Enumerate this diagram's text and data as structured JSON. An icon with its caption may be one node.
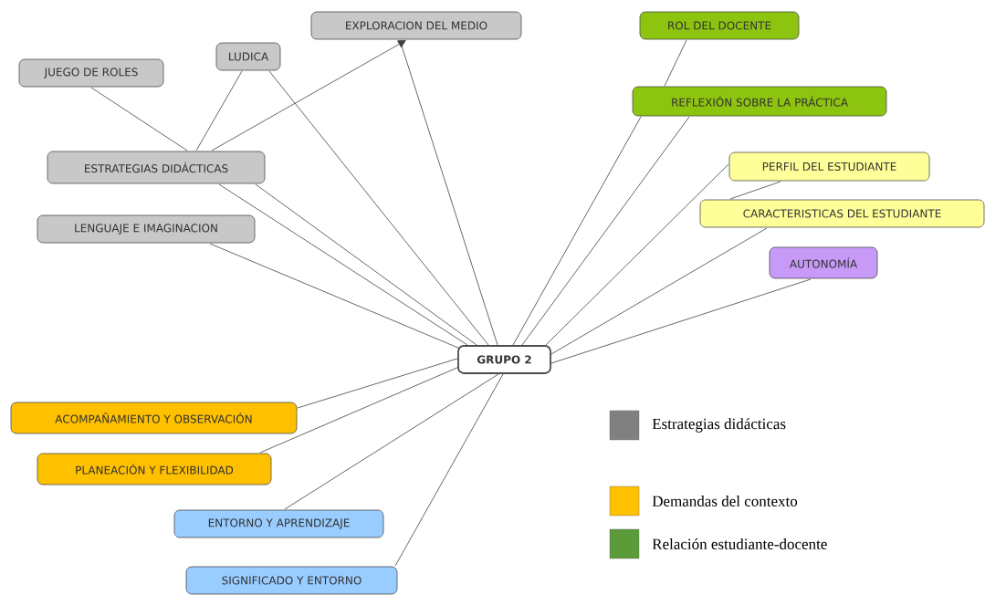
{
  "diagram": {
    "nodes": [
      {
        "text": [
          "EXPLORACION DEL MEDIO"
        ]
      },
      {
        "text": [
          "ROL DEL DOCENTE"
        ]
      },
      {
        "text": [
          "LUDICA"
        ]
      },
      {
        "text": [
          "JUEGO DE ROLES"
        ]
      },
      {
        "text": [
          "REFLEXIÓN SOBRE LA PRÁCTICA"
        ]
      },
      {
        "text": [
          "ESTRATEGIAS DIDÁCTICAS"
        ]
      },
      {
        "text": [
          "PERFIL DEL ESTUDIANTE"
        ]
      },
      {
        "text": [
          "CARACTERISTICAS DEL ESTUDIANTE"
        ]
      },
      {
        "text": [
          "LENGUAJE E IMAGINACION"
        ]
      },
      {
        "text": [
          "AUTONOMÍA"
        ]
      },
      {
        "text": [
          "GRUPO 2"
        ]
      },
      {
        "text": [
          "ACOMPAÑAMIENTO Y OBSERVACIÓN"
        ]
      },
      {
        "text": [
          "PLANEACIÓN Y FLEXIBILIDAD"
        ]
      },
      {
        "text": [
          "ENTORNO Y APRENDIZAJE"
        ]
      },
      {
        "text": [
          "SIGNIFICADO Y ENTORNO"
        ]
      }
    ],
    "edges": [
      {
        "from": 3,
        "to": 5,
        "arrow": "none"
      },
      {
        "from": 2,
        "to": 5,
        "arrow": "none"
      },
      {
        "from": 5,
        "to": 0,
        "arrow": "to"
      },
      {
        "from": 5,
        "to": 10,
        "arrow": "none"
      },
      {
        "from": 5,
        "to": 10,
        "arrow": "none"
      },
      {
        "from": 2,
        "to": 10,
        "arrow": "none"
      },
      {
        "from": 0,
        "to": 10,
        "arrow": "none"
      },
      {
        "from": 8,
        "to": 10,
        "arrow": "none"
      },
      {
        "from": 1,
        "to": 4,
        "arrow": "none"
      },
      {
        "from": 4,
        "to": 10,
        "arrow": "none"
      },
      {
        "from": 4,
        "to": 10,
        "arrow": "none"
      },
      {
        "from": 6,
        "to": 10,
        "arrow": "none"
      },
      {
        "from": 6,
        "to": 7,
        "arrow": "none"
      },
      {
        "from": 7,
        "to": 10,
        "arrow": "none"
      },
      {
        "from": 9,
        "to": 10,
        "arrow": "none"
      },
      {
        "from": 10,
        "to": 11,
        "arrow": "none"
      },
      {
        "from": 10,
        "to": 12,
        "arrow": "none"
      },
      {
        "from": 10,
        "to": 13,
        "arrow": "none"
      },
      {
        "from": 10,
        "to": 14,
        "arrow": "none"
      }
    ],
    "legend": [
      {
        "text": "Estrategias didácticas",
        "color": "#808080"
      },
      {
        "text": "Demandas del contexto",
        "color": "#ffc000"
      },
      {
        "text": "Relación estudiante-docente",
        "color": "#5b9b3a"
      }
    ]
  }
}
